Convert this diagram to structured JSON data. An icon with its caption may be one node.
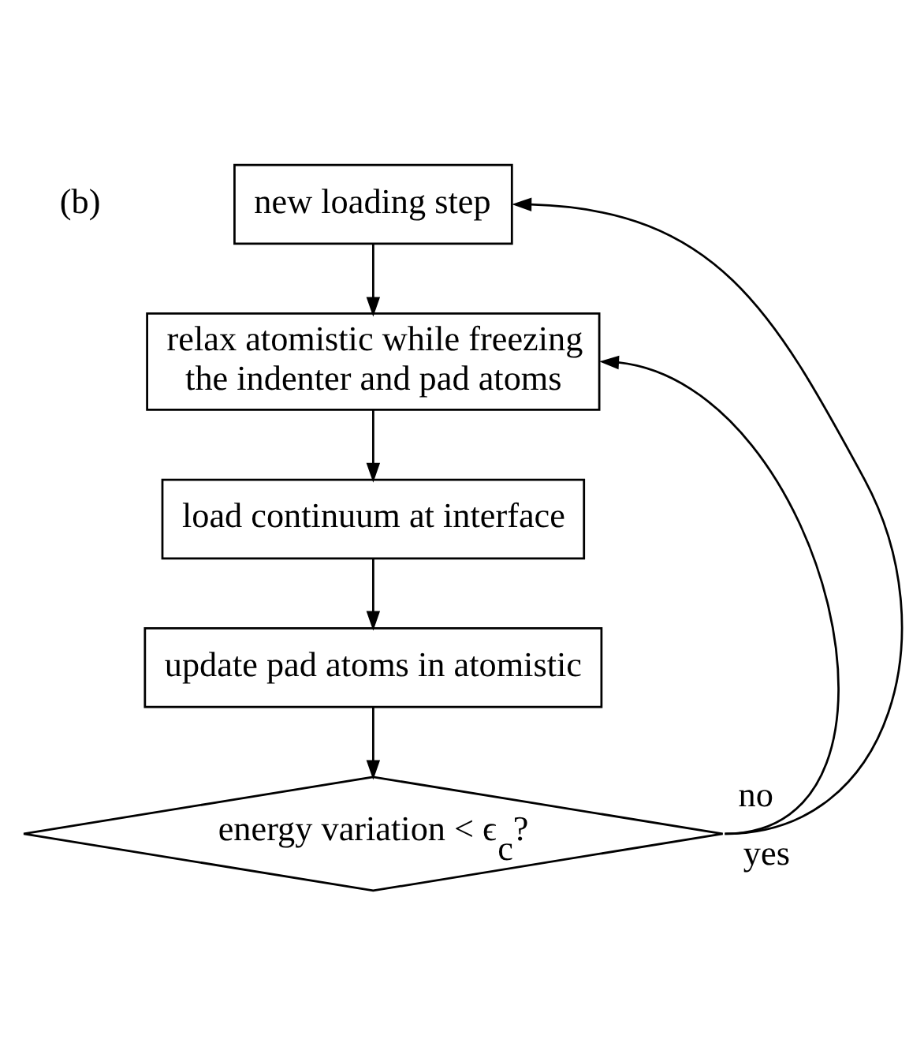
{
  "diagram": {
    "nodes": [
      {
        "text": [
          "new loading step"
        ]
      },
      {
        "text": [
          "relax atomistic while freezing the indenter and pad atoms"
        ]
      },
      {
        "text": [
          "load continuum at interface"
        ]
      },
      {
        "text": [
          "update pad atoms in atomistic"
        ]
      },
      {
        "text": [
          "energy variation < ϵ$_{c}$?"
        ]
      }
    ],
    "edges": [
      {
        "from": 0,
        "to": 1,
        "arrow": "to"
      },
      {
        "from": 1,
        "to": 2,
        "arrow": "to"
      },
      {
        "from": 2,
        "to": 3,
        "arrow": "to"
      },
      {
        "from": 3,
        "to": 4,
        "arrow": "to"
      },
      {
        "from": 4,
        "to": 1,
        "arrow": "to",
        "label": "no"
      },
      {
        "from": 4,
        "to": 0,
        "arrow": "to",
        "label": "yes"
      }
    ],
    "labels": [
      "(b)"
    ]
  }
}
